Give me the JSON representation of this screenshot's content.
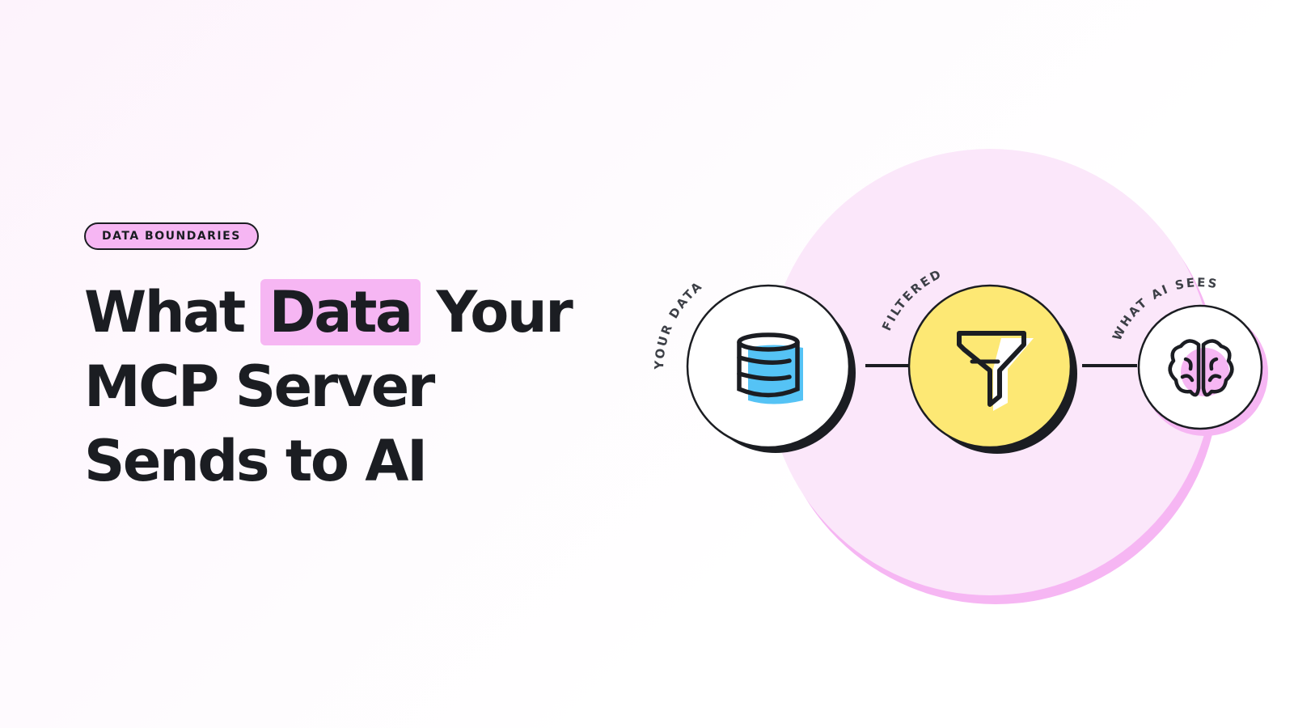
{
  "badge": {
    "label": "DATA BOUNDARIES"
  },
  "headline": {
    "line1_before": "What",
    "line1_highlight": "Data",
    "line1_after": "Your",
    "line2": "MCP Server",
    "line3": "Sends to AI"
  },
  "diagram": {
    "steps": [
      {
        "label": "YOUR DATA",
        "icon": "database-icon"
      },
      {
        "label": "FILTERED",
        "icon": "funnel-icon"
      },
      {
        "label": "WHAT AI SEES",
        "icon": "brain-icon"
      }
    ]
  },
  "colors": {
    "pink": "#f6b6f3",
    "light_pink": "#fbe7fa",
    "yellow": "#fde874",
    "blue": "#55c3f5",
    "ink": "#1b1d22"
  }
}
